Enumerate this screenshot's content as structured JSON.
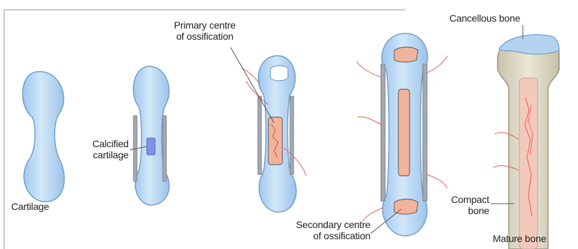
{
  "labels": {
    "cartilage": "Cartilage",
    "calcified_cartilage": [
      "Calcified",
      "cartilage"
    ],
    "primary_centre": [
      "Primary centre",
      "of ossification"
    ],
    "secondary_centre": [
      "Secondary centre",
      "of ossification"
    ],
    "cancellous_bone": "Cancellous bone",
    "compact_bone": [
      "Compact",
      "bone"
    ],
    "mature_bone": "Mature bone"
  },
  "colors": {
    "cartilage_fill": "#bcd9f4",
    "cartilage_outline": "#6f9fcb",
    "bone_collar": "#a5aab2",
    "ossification_pink": "#f2b39c",
    "blood_vessel": "#e85d50",
    "mature_bone_cream": "#e3dcc6",
    "calcified_blue": "#7f93e6"
  }
}
